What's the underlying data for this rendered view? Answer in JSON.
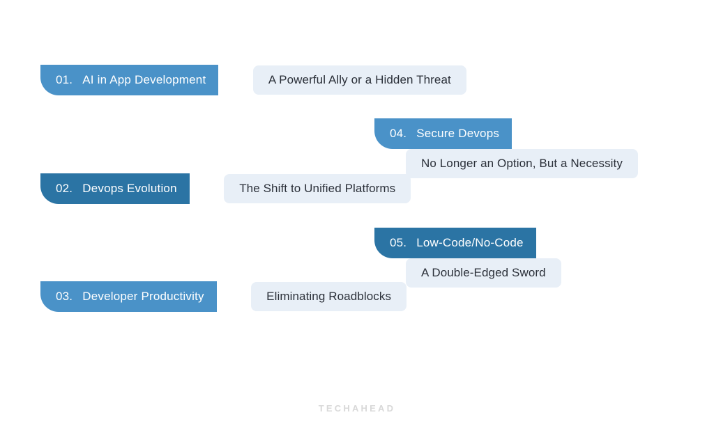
{
  "colors": {
    "background": "#ffffff",
    "accent_light": "#4a92c8",
    "accent_dark": "#2b74a4",
    "subtitle_background": "#e8eff7",
    "subtitle_text": "#2b3039",
    "header_text": "#ffffff",
    "watermark_text": "#d8d8d8"
  },
  "items": [
    {
      "number": "01.",
      "title": "AI in App Development",
      "subtitle": "A Powerful Ally or a Hidden Threat",
      "shade": "light",
      "column": "left"
    },
    {
      "number": "02.",
      "title": "Devops Evolution",
      "subtitle": "The Shift to Unified Platforms",
      "shade": "dark",
      "column": "left"
    },
    {
      "number": "03.",
      "title": "Developer Productivity",
      "subtitle": "Eliminating Roadblocks",
      "shade": "light",
      "column": "left"
    },
    {
      "number": "04.",
      "title": "Secure Devops",
      "subtitle": "No Longer an Option, But a Necessity",
      "shade": "light",
      "column": "right"
    },
    {
      "number": "05.",
      "title": "Low-Code/No-Code",
      "subtitle": "A Double-Edged Sword",
      "shade": "dark",
      "column": "right"
    }
  ],
  "footer": {
    "wordmark": "TECHAHEAD"
  }
}
